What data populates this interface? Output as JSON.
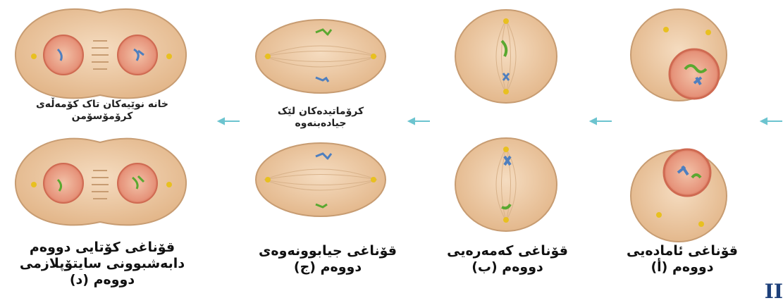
{
  "stages": [
    {
      "key": "a",
      "title": "قۆناغی ئامادەیی دووەم (أ)",
      "note": ""
    },
    {
      "key": "b",
      "title": "قۆناغی کەمەرەیی دووەم (ب)",
      "note": ""
    },
    {
      "key": "c",
      "title": "قۆناغی جیابوونەوەی دووەم (ج)",
      "note": "کرۆماتیدەکان لێک جیادەبنەوە"
    },
    {
      "key": "d",
      "title": "قۆناغی کۆتایی دووەم دابەشبوونی سایتۆپلازمی دووەم (د)",
      "note": "خانە نوێیەکان تاک کۆمەڵەی کرۆمۆسۆمن"
    }
  ],
  "bottom_partial": "II",
  "colors": {
    "cell_fill": "#edc9a0",
    "cell_stroke": "#c79c72",
    "nucleus": "#e07a60",
    "arrow": "#6cc4cf",
    "chrom_green": "#5aa830",
    "chrom_blue": "#4e7fbf",
    "centriole": "#e8c020",
    "title_blue": "#1d3f7a"
  }
}
